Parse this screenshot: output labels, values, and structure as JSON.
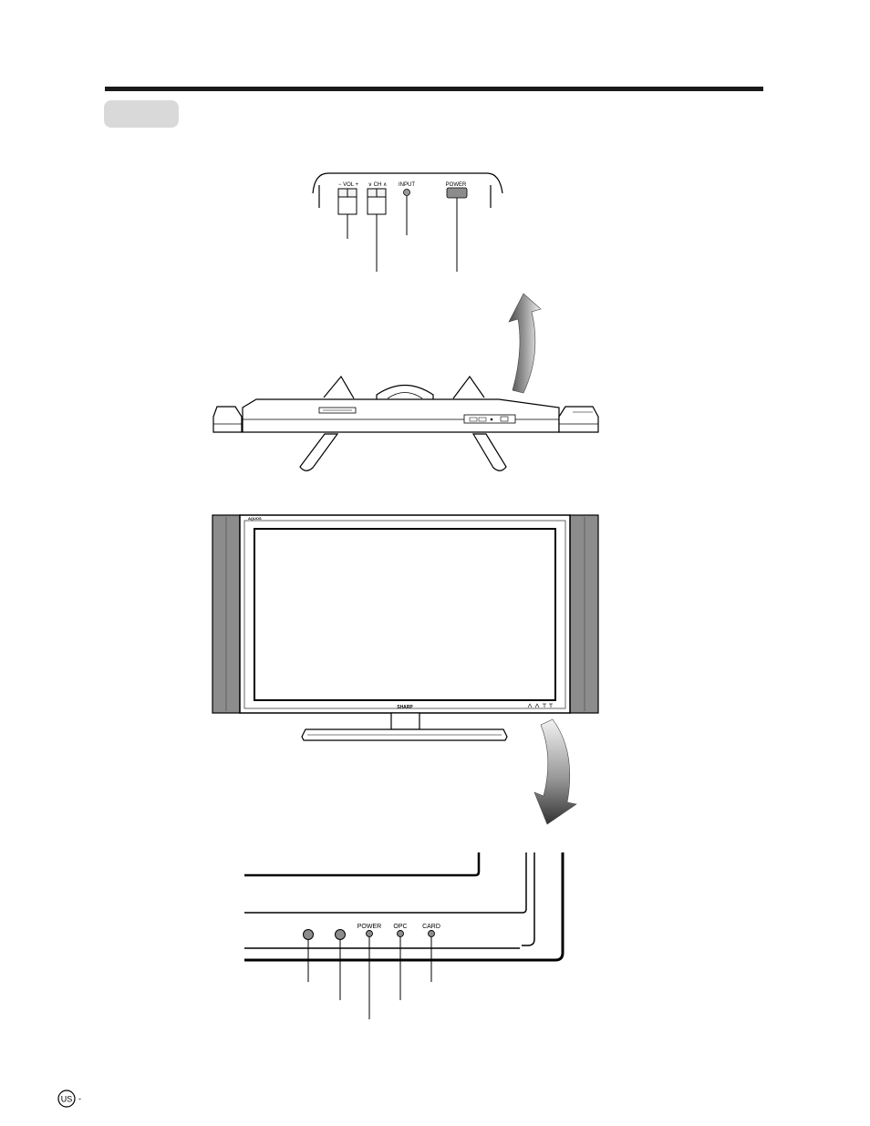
{
  "top_panel": {
    "vol_label": "− VOL +",
    "ch_label": "∨ CH ∧",
    "input_label": "INPUT",
    "power_label": "POWER"
  },
  "tv": {
    "brand_text": "SHARP",
    "model_text": "AQUOS"
  },
  "indicators": {
    "power_label": "POWER",
    "opc_label": "OPC",
    "card_label": "CARD"
  },
  "footer": {
    "region_badge": "US",
    "page_suffix": "-"
  },
  "colors": {
    "rule": "#1a1a1a",
    "section_tab": "#d9d9d9",
    "arrow_dark": "#555555",
    "arrow_light": "#e8e8e8",
    "speaker": "#8c8c8c"
  }
}
